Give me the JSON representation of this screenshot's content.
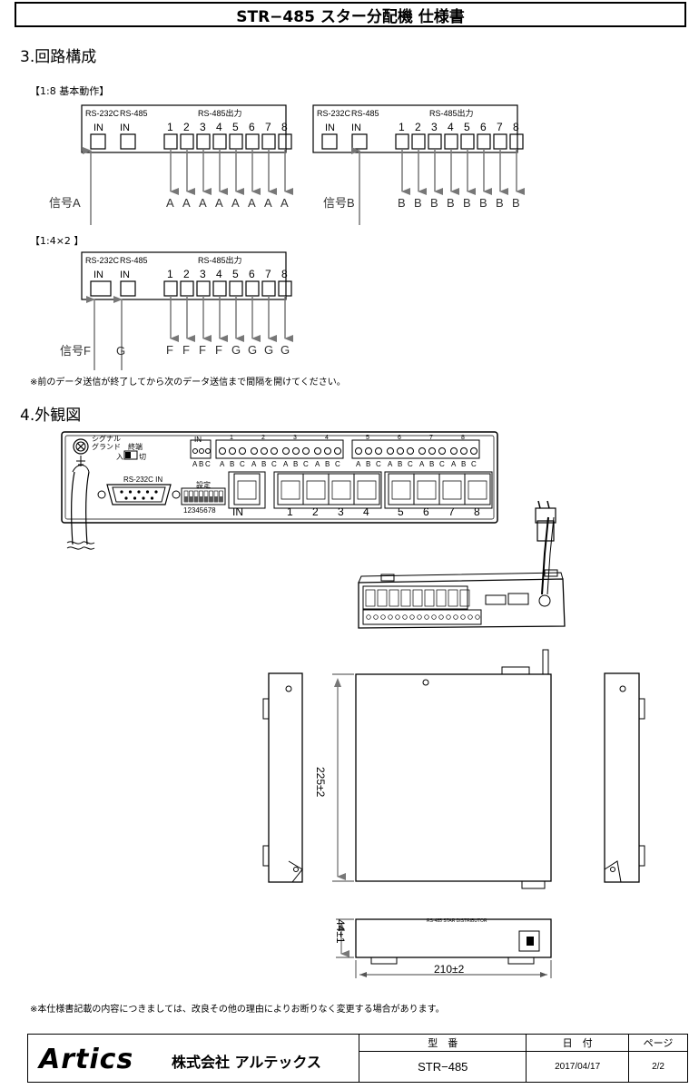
{
  "header": {
    "title": "STR−485 スター分配機 仕様書"
  },
  "section3": {
    "title": "3.回路構成",
    "mode1": {
      "label": "【1:8 基本動作】",
      "panel_a": {
        "hdr_232": "RS-232C",
        "hdr_485": "RS-485",
        "hdr_out": "RS-485出力",
        "in1": "IN",
        "in2": "IN",
        "signal_label": "信号A",
        "outputs": [
          "A",
          "A",
          "A",
          "A",
          "A",
          "A",
          "A",
          "A"
        ]
      },
      "panel_b": {
        "hdr_232": "RS-232C",
        "hdr_485": "RS-485",
        "hdr_out": "RS-485出力",
        "in1": "IN",
        "in2": "IN",
        "signal_label": "信号B",
        "outputs": [
          "B",
          "B",
          "B",
          "B",
          "B",
          "B",
          "B",
          "B"
        ]
      },
      "port_numbers": [
        "1",
        "2",
        "3",
        "4",
        "5",
        "6",
        "7",
        "8"
      ]
    },
    "mode2": {
      "label": "【1:4×2 】",
      "panel": {
        "hdr_232": "RS-232C",
        "hdr_485": "RS-485",
        "hdr_out": "RS-485出力",
        "in1": "IN",
        "in2": "IN",
        "signal_label": "信号F",
        "signal_label2": "G",
        "outputs": [
          "F",
          "F",
          "F",
          "F",
          "G",
          "G",
          "G",
          "G"
        ]
      }
    },
    "note": "※前のデータ送信が終了してから次のデータ送信まで間隔を開けてください。"
  },
  "section4": {
    "title": "4.外観図",
    "front": {
      "ground": "シグナル\nグランド",
      "term": "終端",
      "term_on": "入",
      "term_off": "切",
      "rs232c_in": "RS-232C IN",
      "setting": "設定",
      "dip_numbers": "12345678",
      "in_terminal": "IN",
      "abc": [
        "A",
        "B",
        "C"
      ],
      "jack_in": "IN",
      "jack_numbers": [
        "1",
        "2",
        "3",
        "4",
        "5",
        "6",
        "7",
        "8"
      ],
      "terminal_numbers": [
        "1",
        "2",
        "3",
        "4",
        "5",
        "6",
        "7",
        "8"
      ]
    },
    "dims": {
      "depth": "225±2",
      "height": "44±1",
      "width": "210±2"
    },
    "top_label": "RS-485 STAR DISTRIBUTOR"
  },
  "footer": {
    "disclaimer": "※本仕様書記載の内容につきましては、改良その他の理由によりお断りなく変更する場合があります。",
    "logo": "Artics",
    "company": "株式会社 アルテックス",
    "col_model": "型　番",
    "col_date": "日　付",
    "col_page": "ページ",
    "model": "STR−485",
    "date": "2017/04/17",
    "page": "2/2"
  }
}
